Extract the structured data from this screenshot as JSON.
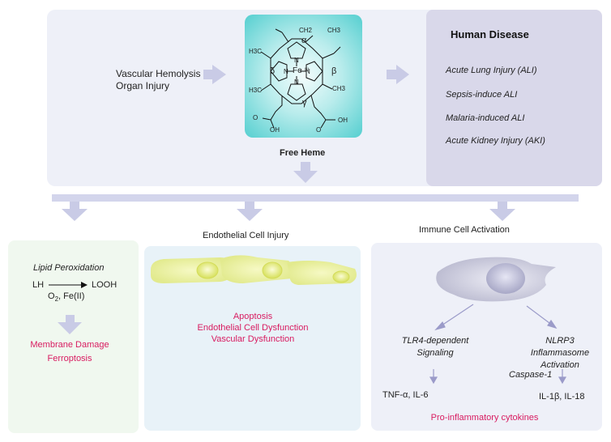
{
  "top": {
    "left_text_1": "Vascular Hemolysis",
    "left_text_2": "Organ Injury",
    "free_heme": "Free Heme",
    "heme_labels": {
      "ch2": "CH2",
      "ch3_top": "CH3",
      "h3c_left": "H3C",
      "h3c_bottom": "H3C",
      "ch3_right": "CH3",
      "alpha": "α",
      "beta": "β",
      "gamma": "γ",
      "delta": "δ",
      "fe": "Fe",
      "fe_ox": "III",
      "n": "N",
      "oh1": "OH",
      "oh2": "OH",
      "o1": "O",
      "o2": "O"
    },
    "disease": {
      "title": "Human Disease",
      "items": [
        "Acute Lung Injury (ALI)",
        "Sepsis-induce ALI",
        "Malaria-induced ALI",
        "Acute Kidney Injury (AKI)"
      ]
    }
  },
  "sections": {
    "endothelial_title": "Endothelial Cell Injury",
    "immune_title": "Immune Cell Activation"
  },
  "left_panel": {
    "lipid": "Lipid Peroxidation",
    "lh": "LH",
    "looh": "LOOH",
    "o2": "O",
    "o2_sub": "2",
    "fe2": ", Fe(II)",
    "out1": "Membrane Damage",
    "out2": "Ferroptosis"
  },
  "mid_panel": {
    "out1": "Apoptosis",
    "out2": "Endothelial Cell Dysfunction",
    "out3": "Vascular Dysfunction"
  },
  "right_panel": {
    "tlr4_1": "TLR4-dependent",
    "tlr4_2": "Signaling",
    "nlrp3_1": "NLRP3 Inflammasome",
    "nlrp3_2": "Activation",
    "caspase": "Caspase-1",
    "tnf": "TNF-α, IL-6",
    "il": "IL-1β, IL-18",
    "footer": "Pro-inflammatory cytokines"
  },
  "colors": {
    "arrow": "#c9cbe6",
    "pink": "#d81b60",
    "heme_teal": "#55cfd0"
  }
}
